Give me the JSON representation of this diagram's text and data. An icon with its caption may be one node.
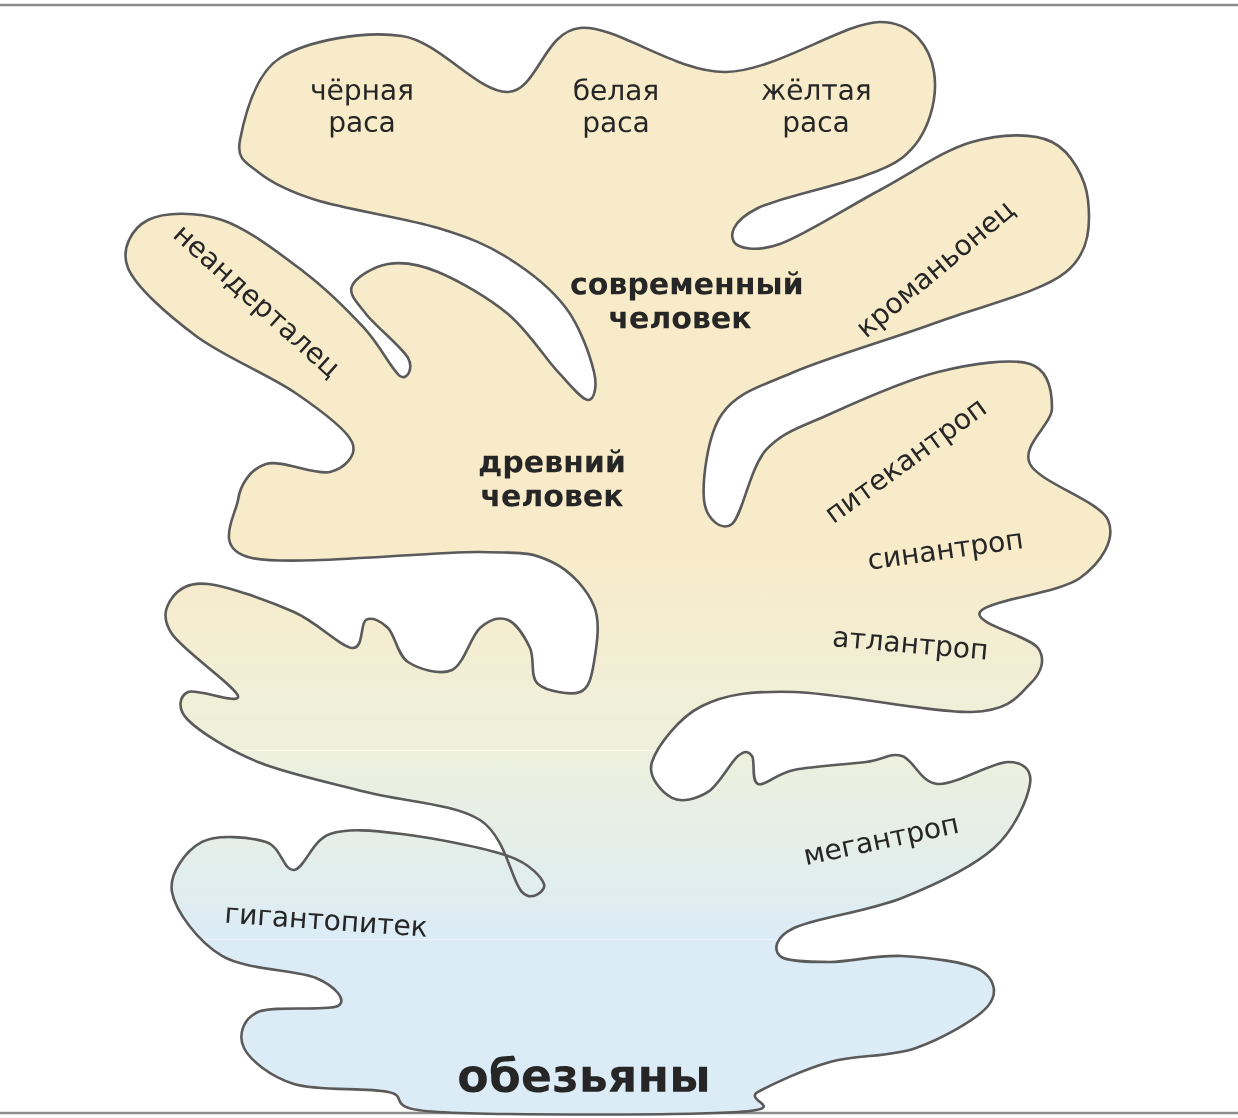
{
  "diagram": {
    "labels": [
      "чёрная раса",
      "белая раса",
      "жёлтая раса",
      "неандерталец",
      "современный человек",
      "кроманьонец",
      "древний человек",
      "питекантроп",
      "синантроп",
      "атлантроп",
      "мегантроп",
      "гигантопитек",
      "обезьяны"
    ]
  }
}
